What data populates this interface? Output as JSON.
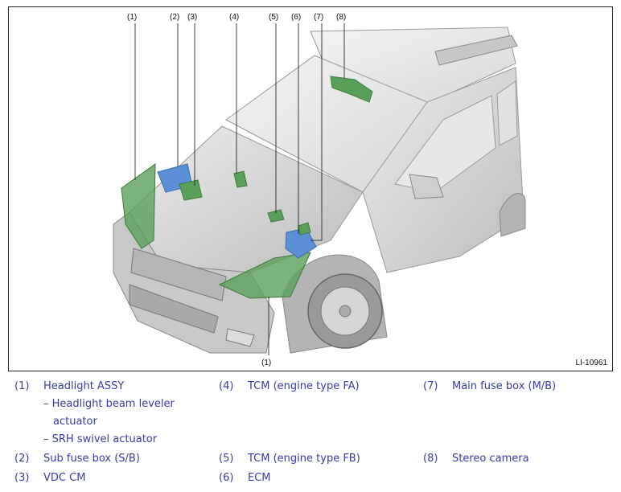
{
  "figure": {
    "id_label": "LI-10961",
    "callouts": [
      "(1)",
      "(2)",
      "(3)",
      "(4)",
      "(5)",
      "(6)",
      "(7)",
      "(8)",
      "(1)"
    ]
  },
  "legend": {
    "col1": [
      {
        "num": "(1)",
        "text": "Headlight ASSY"
      },
      {
        "num": "",
        "text": "– Headlight beam leveler"
      },
      {
        "num": "",
        "text": "actuator"
      },
      {
        "num": "",
        "text": "– SRH swivel actuator"
      },
      {
        "num": "(2)",
        "text": "Sub fuse box (S/B)"
      },
      {
        "num": "(3)",
        "text": "VDC CM"
      }
    ],
    "col2": [
      {
        "num": "(4)",
        "text": "TCM (engine type FA)"
      },
      {
        "num": "(5)",
        "text": "TCM (engine type FB)"
      },
      {
        "num": "(6)",
        "text": "ECM"
      }
    ],
    "col3": [
      {
        "num": "(7)",
        "text": "Main fuse box (M/B)"
      },
      {
        "num": "(8)",
        "text": "Stereo camera"
      }
    ]
  },
  "colors": {
    "legend_text": "#3a3aa8",
    "component_green": "#5aa05a",
    "component_blue": "#5b8fd6",
    "car_body": "#d4d4d4"
  }
}
